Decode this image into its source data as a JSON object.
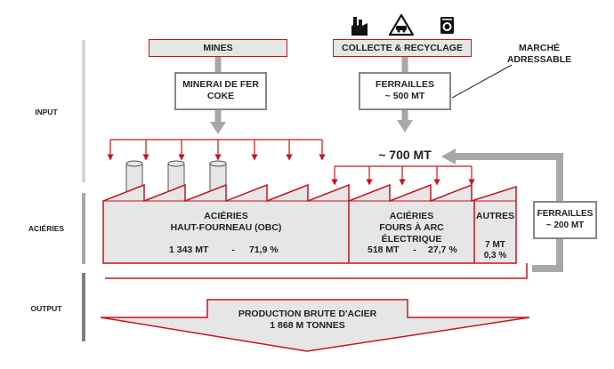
{
  "sections": {
    "input": "INPUT",
    "steelworks": "ACIÉRIES",
    "output": "OUTPUT"
  },
  "icons": [
    "factory-icon",
    "car-recycling-icon",
    "washing-machine-icon"
  ],
  "sources": {
    "mines": "MINES",
    "collection": "COLLECTE & RECYCLAGE"
  },
  "inputs": {
    "ore_line1": "MINERAI DE FER",
    "ore_line2": "COKE",
    "scrap_line1": "FERRAILLES",
    "scrap_line2": "~ 500 MT"
  },
  "market": {
    "line1": "MARCHÉ",
    "line2": "ADRESSABLE"
  },
  "scrap_total": "~ 700 MT",
  "recycled_scrap": {
    "line1": "FERRAILLES",
    "line2": "~ 200 MT"
  },
  "plants": {
    "bof": {
      "line1": "ACIÉRIES",
      "line2": "HAUT-FOURNEAU (OBC)",
      "amount": "1 343 MT",
      "sep": "-",
      "share": "71,9 %"
    },
    "eaf": {
      "line1": "ACIÉRIES",
      "line2": "FOURS À ARC ÉLECTRIQUE",
      "amount": "518 MT",
      "sep": "-",
      "share": "27,7 %"
    },
    "other": {
      "label": "AUTRES",
      "amount": "7 MT",
      "share": "0,3 %"
    }
  },
  "production": {
    "line1": "PRODUCTION BRUTE D'ACIER",
    "line2": "1 868 M TONNES"
  },
  "colors": {
    "accent_red": "#c8141e",
    "box_gray": "#e6e6e6",
    "arrow_gray": "#a8a8a8",
    "bar_gray": "#9a9a9a"
  }
}
